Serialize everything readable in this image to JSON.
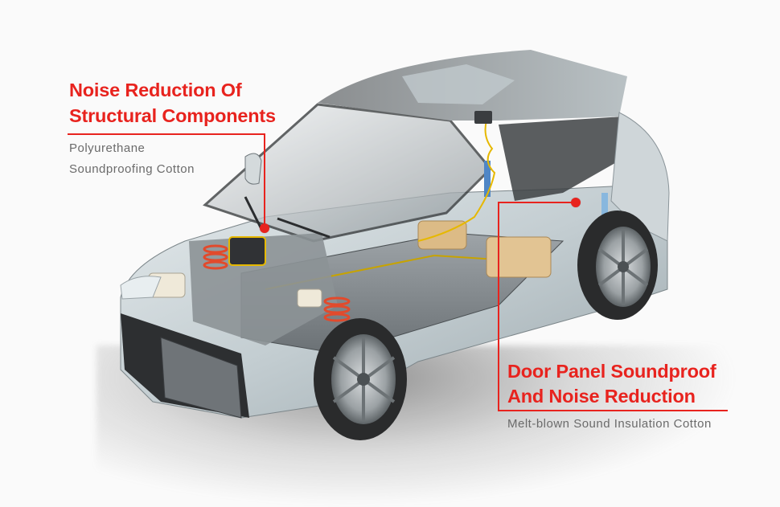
{
  "colors": {
    "accent_red": "#e8231e",
    "subtitle_gray": "#6b6b6b",
    "background": "#fafafa",
    "car_body": "#c9d2d6"
  },
  "illustration": {
    "subject": "electric SUV cutaway with transparent body showing battery pack, motor, suspension and wheels"
  },
  "callouts": [
    {
      "title_line1": "Noise Reduction Of",
      "title_line2": "Structural Components",
      "subtitle_line1": "Polyurethane",
      "subtitle_line2": "Soundproofing Cotton"
    },
    {
      "title_line1": "Door Panel Soundproof",
      "title_line2": "And Noise Reduction",
      "subtitle_line1": "Melt-blown Sound Insulation Cotton"
    }
  ]
}
